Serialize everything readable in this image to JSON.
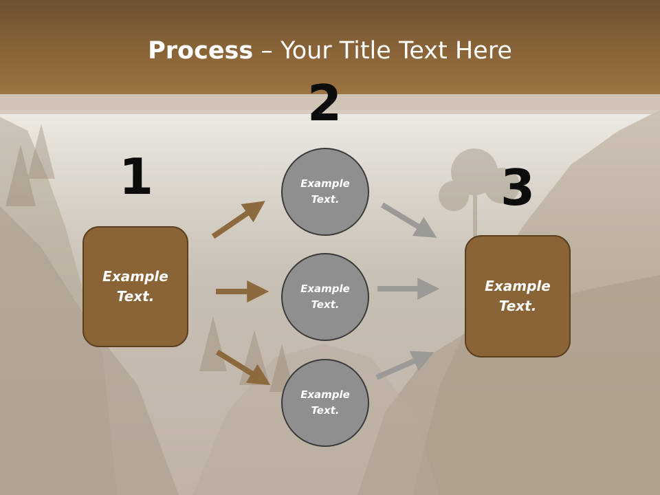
{
  "title": {
    "bold": "Process",
    "rest": " – Your Title Text Here"
  },
  "steps": {
    "one": "1",
    "two": "2",
    "three": "3"
  },
  "left_box": {
    "label": "Example\nText."
  },
  "right_box": {
    "label": "Example\nText."
  },
  "circles": [
    {
      "label": "Example\nText."
    },
    {
      "label": "Example\nText."
    },
    {
      "label": "Example\nText."
    }
  ],
  "colors": {
    "brown": "#8a6436",
    "brown_arrow": "#8d6a3e",
    "gray_circle": "#8f8f8f",
    "gray_arrow": "#9b9a97",
    "title_band": "#8a6438"
  }
}
